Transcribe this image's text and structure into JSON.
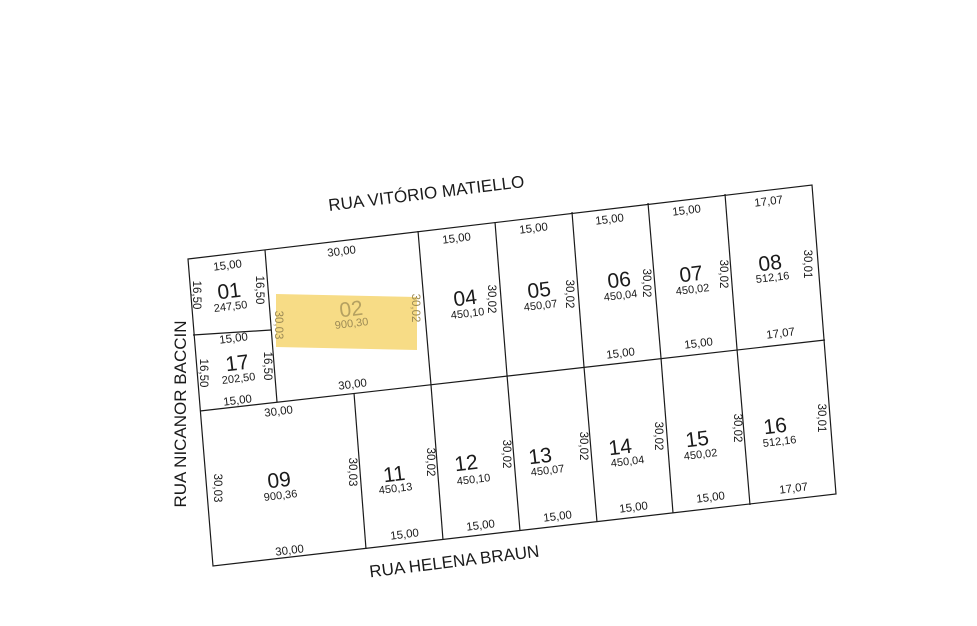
{
  "streets": {
    "north": "RUA VITÓRIO MATIELLO",
    "south": "RUA HELENA BRAUN",
    "west": "RUA NICANOR BACCIN"
  },
  "highlight_color": "#f7dc86",
  "lots": [
    {
      "id": "01",
      "area": "247,50",
      "dims": [
        "15,00",
        "16,50",
        "16,50"
      ]
    },
    {
      "id": "02",
      "area": "900,30",
      "dims": [
        "30,00",
        "30,03",
        "30,02",
        "30,00"
      ],
      "highlighted": true
    },
    {
      "id": "04",
      "area": "450,10",
      "dims": [
        "15,00",
        "30,02"
      ]
    },
    {
      "id": "05",
      "area": "450,07",
      "dims": [
        "15,00",
        "30,02"
      ]
    },
    {
      "id": "06",
      "area": "450,04",
      "dims": [
        "15,00",
        "30,02",
        "15,00"
      ]
    },
    {
      "id": "07",
      "area": "450,02",
      "dims": [
        "15,00",
        "30,02",
        "15,00"
      ]
    },
    {
      "id": "08",
      "area": "512,16",
      "dims": [
        "17,07",
        "30,01",
        "17,07"
      ]
    },
    {
      "id": "17",
      "area": "202,50",
      "dims": [
        "15,00",
        "16,50",
        "16,50",
        "15,00"
      ]
    },
    {
      "id": "09",
      "area": "900,36",
      "dims": [
        "30,00",
        "30,03",
        "30,03",
        "30,00"
      ]
    },
    {
      "id": "11",
      "area": "450,13",
      "dims": [
        "30,02",
        "15,00"
      ]
    },
    {
      "id": "12",
      "area": "450,10",
      "dims": [
        "30,02",
        "15,00"
      ]
    },
    {
      "id": "13",
      "area": "450,07",
      "dims": [
        "30,02",
        "15,00"
      ]
    },
    {
      "id": "14",
      "area": "450,04",
      "dims": [
        "30,02",
        "15,00"
      ]
    },
    {
      "id": "15",
      "area": "450,02",
      "dims": [
        "30,02",
        "15,00"
      ]
    },
    {
      "id": "16",
      "area": "512,16",
      "dims": [
        "30,01",
        "17,07"
      ]
    }
  ]
}
